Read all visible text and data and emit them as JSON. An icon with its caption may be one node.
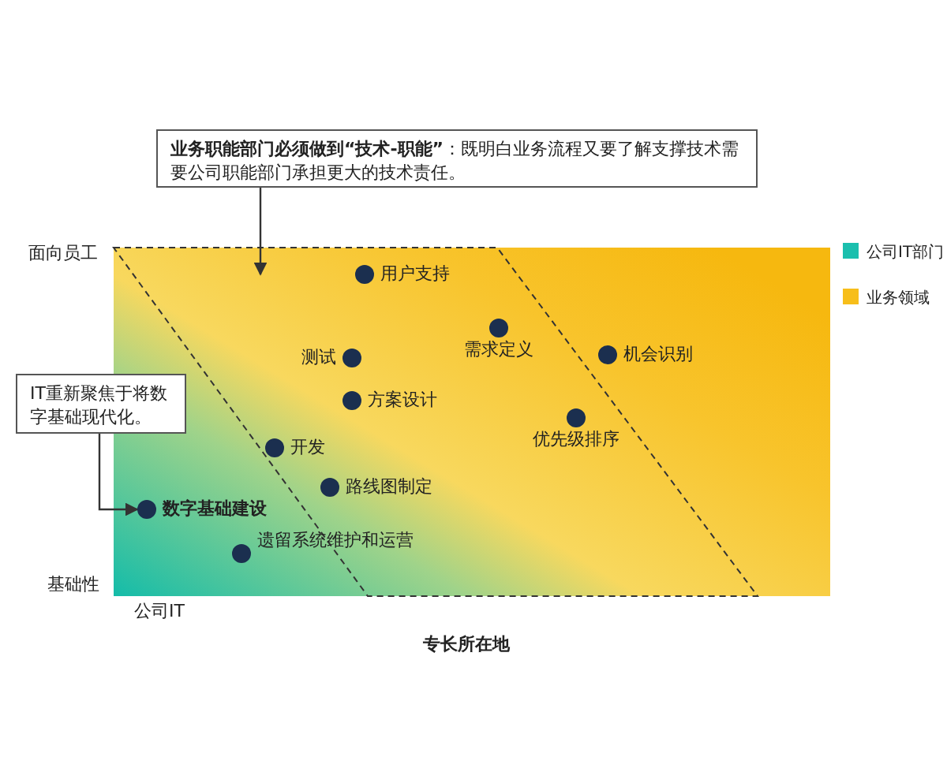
{
  "diagram": {
    "nodes": [
      {
        "text": [
          "**业务职能部门必须做到“技术-职能”**：既明白业务流程又要了解支撑技术需要公司职能部门承担更大的技术责任。"
        ]
      },
      {
        "text": [
          "IT重新聚焦于将数字基础现代化。"
        ]
      },
      {
        "text": [
          "用户支持"
        ]
      },
      {
        "text": [
          "需求定义"
        ]
      },
      {
        "text": [
          "测试"
        ]
      },
      {
        "text": [
          "机会识别"
        ]
      },
      {
        "text": [
          "方案设计"
        ]
      },
      {
        "text": [
          "优先级排序"
        ]
      },
      {
        "text": [
          "开发"
        ]
      },
      {
        "text": [
          "路线图制定"
        ]
      },
      {
        "text": [
          "数字基础建设"
        ]
      },
      {
        "text": [
          "遗留系统维护和运营"
        ]
      }
    ],
    "edges": [
      {
        "from": 0,
        "to": null,
        "arrow": "to"
      },
      {
        "from": 1,
        "to": 10,
        "arrow": "to"
      }
    ],
    "labels": [
      "面向员工",
      "基础性",
      "公司IT",
      "专长所在地"
    ],
    "legend": [
      {
        "text": "公司IT部门",
        "color": "#1bbfae"
      },
      {
        "text": "业务领域",
        "color": "#f7be1a"
      }
    ]
  }
}
